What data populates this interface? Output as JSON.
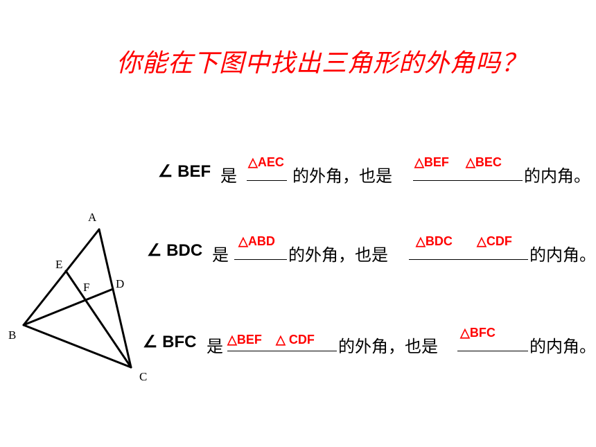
{
  "title": "你能在下图中找出三角形的外角吗？",
  "rows": [
    {
      "angle": "∠ BEF",
      "is": "是",
      "answer1": "△AEC",
      "mid": "的外角，也是",
      "answer2a": "△BEF",
      "answer2b": "△BEC",
      "end": "的内角。"
    },
    {
      "angle": "∠ BDC",
      "is": "是",
      "answer1": "△ABD",
      "mid": "的外角，也是",
      "answer2a": "△BDC",
      "answer2b": "△CDF",
      "end": "的内角。"
    },
    {
      "angle": "∠ BFC",
      "is": "是",
      "answer1a": "△BEF",
      "answer1b": "△ CDF",
      "mid": "的外角，也是",
      "answer2": "△BFC",
      "end": "的内角。"
    }
  ],
  "figure": {
    "labels": {
      "A": "A",
      "B": "B",
      "C": "C",
      "D": "D",
      "E": "E",
      "F": "F"
    }
  }
}
